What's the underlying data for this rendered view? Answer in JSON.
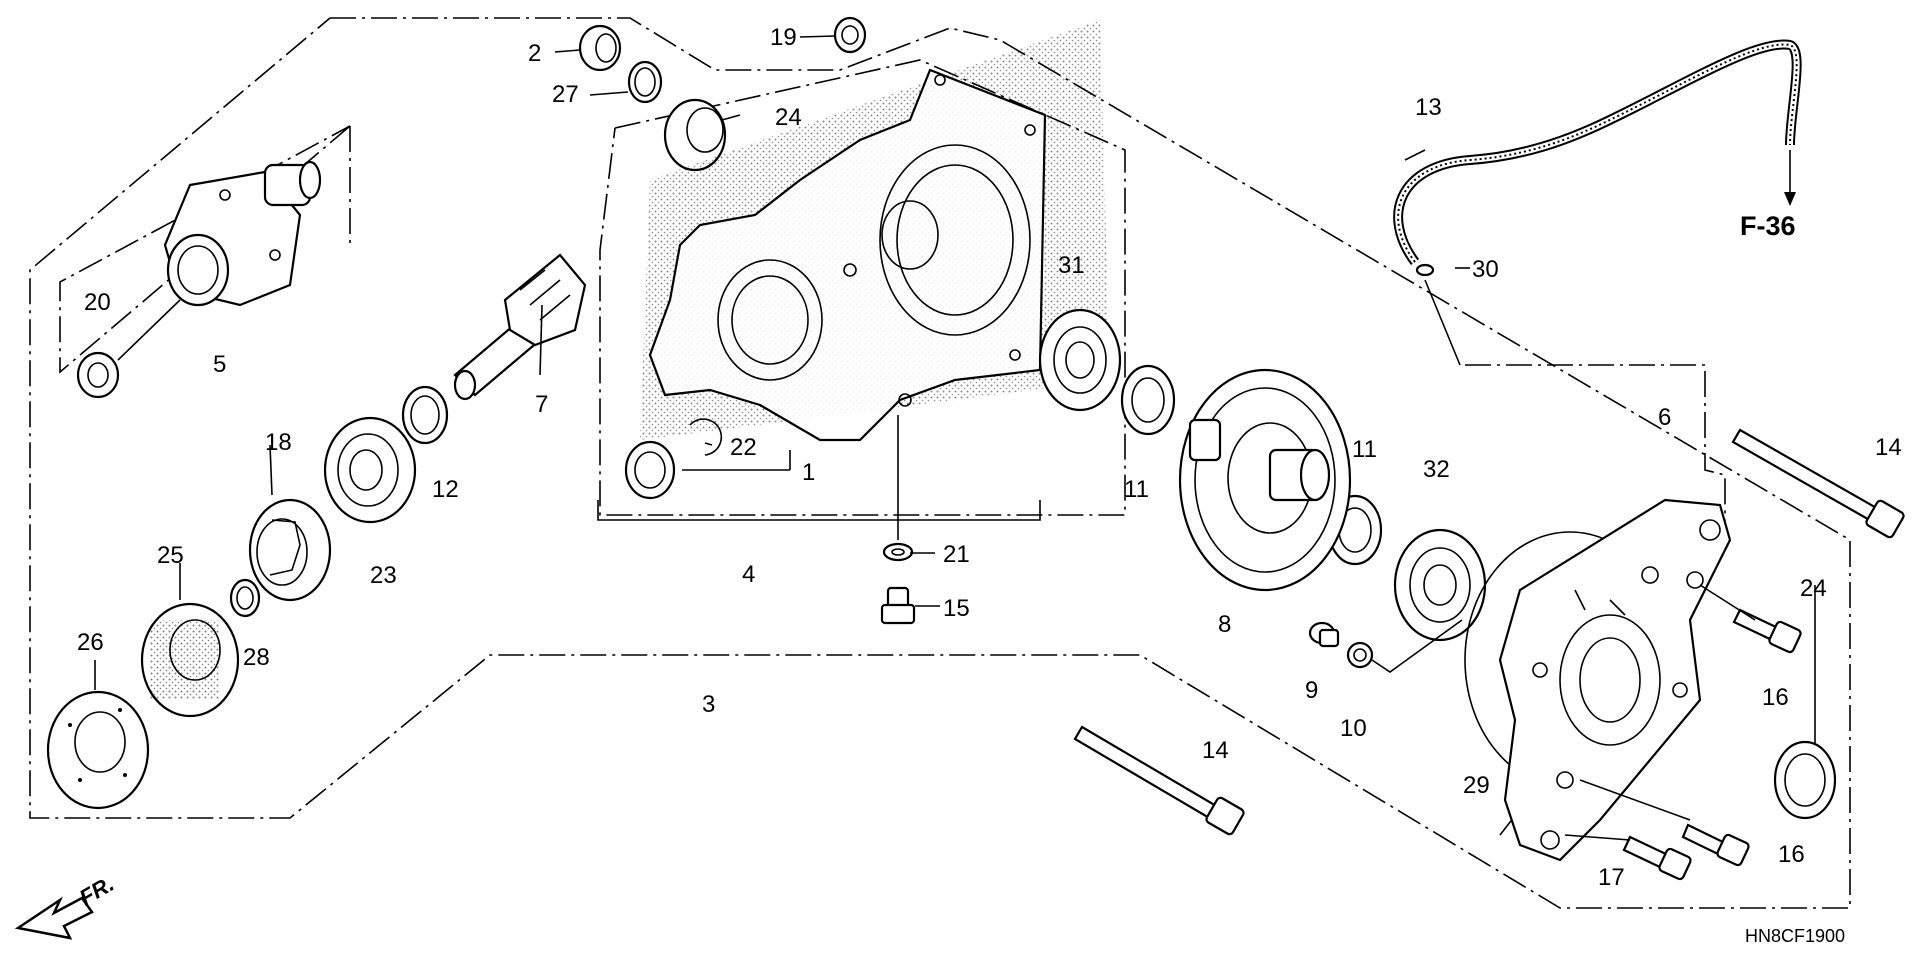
{
  "diagram": {
    "title": "",
    "code": "HN8CF1900",
    "ref_label": "F-36",
    "front_label": "FR.",
    "callouts": {
      "c1": "1",
      "c2": "2",
      "c3": "3",
      "c4": "4",
      "c5": "5",
      "c6": "6",
      "c7": "7",
      "c8": "8",
      "c9": "9",
      "c10": "10",
      "c11a": "11",
      "c11b": "11",
      "c12": "12",
      "c13": "13",
      "c14a": "14",
      "c14b": "14",
      "c15": "15",
      "c16a": "16",
      "c16b": "16",
      "c17": "17",
      "c18": "18",
      "c19": "19",
      "c20": "20",
      "c21": "21",
      "c22": "22",
      "c23": "23",
      "c24a": "24",
      "c24b": "24",
      "c25": "25",
      "c26": "26",
      "c27": "27",
      "c28": "28",
      "c29": "29",
      "c30": "30",
      "c31": "31",
      "c32": "32"
    }
  }
}
